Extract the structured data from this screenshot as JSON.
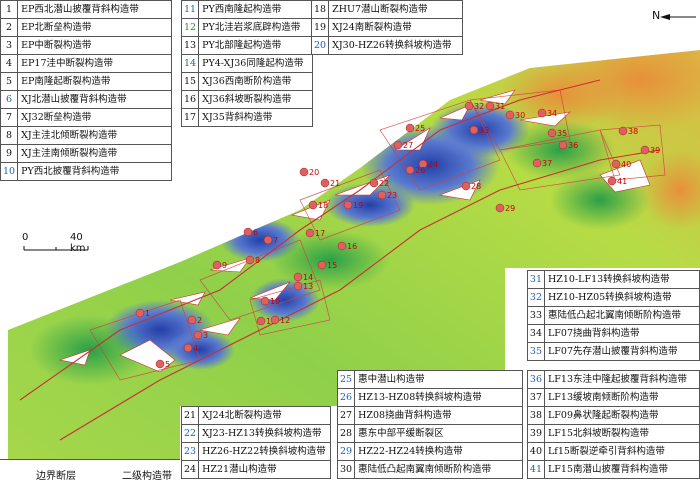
{
  "legend_top_left": [
    {
      "num": "1",
      "name": "EP西北潜山披覆背斜构造带",
      "num_color": "black"
    },
    {
      "num": "2",
      "name": "EP北断垒构造带",
      "num_color": "black"
    },
    {
      "num": "3",
      "name": "EP中断裂构造带",
      "num_color": "black"
    },
    {
      "num": "4",
      "name": "EP17洼中断裂构造带",
      "num_color": "black"
    },
    {
      "num": "5",
      "name": "EP南隆起断裂构造带",
      "num_color": "black"
    },
    {
      "num": "6",
      "name": "XJ北潜山披覆背斜构造带",
      "num_color": "blue"
    },
    {
      "num": "7",
      "name": "XJ32断垒构造带",
      "num_color": "black"
    },
    {
      "num": "8",
      "name": "XJ主洼北倾断裂构造带",
      "num_color": "black"
    },
    {
      "num": "9",
      "name": "XJ主洼南倾断裂构造带",
      "num_color": "black"
    },
    {
      "num": "10",
      "name": "PY西北披覆背斜构造带",
      "num_color": "blue"
    }
  ],
  "legend_top_mid": [
    {
      "num": "11",
      "name": "PY西南隆起构造带",
      "num_color": "blue"
    },
    {
      "num": "12",
      "name": "PY北洼岩浆底辟构造带",
      "num_color": "green"
    },
    {
      "num": "13",
      "name": "PY北部隆起构造带",
      "num_color": "black"
    },
    {
      "num": "14",
      "name": "PY4-XJ36同隆起构造带",
      "num_color": "blue"
    },
    {
      "num": "15",
      "name": "XJ36西南断阶构造带",
      "num_color": "black"
    },
    {
      "num": "16",
      "name": "XJ36斜坡断裂构造带",
      "num_color": "black"
    },
    {
      "num": "17",
      "name": "XJ35背斜构造带",
      "num_color": "black"
    }
  ],
  "legend_top_right": [
    {
      "num": "18",
      "name": "ZHU7潜山断裂构造带",
      "num_color": "black"
    },
    {
      "num": "19",
      "name": "XJ24南断裂构造带",
      "num_color": "black"
    },
    {
      "num": "20",
      "name": "XJ30-HZ26转换斜坡构造带",
      "num_color": "blue"
    }
  ],
  "legend_right": [
    {
      "num": "31",
      "name": "HZ10-LF13转换斜坡构造带",
      "num_color": "blue"
    },
    {
      "num": "32",
      "name": "HZ10-HZ05转换斜坡构造带",
      "num_color": "blue"
    },
    {
      "num": "33",
      "name": "惠陆低凸起北翼南倾断阶构造带",
      "num_color": "black"
    },
    {
      "num": "34",
      "name": "LF07挠曲背斜构造带",
      "num_color": "black"
    },
    {
      "num": "35",
      "name": "LF07先存潜山披覆背斜构造带",
      "num_color": "blue"
    }
  ],
  "legend_bottom_left": [
    {
      "num": "21",
      "name": "XJ24北断裂构造带",
      "num_color": "black"
    },
    {
      "num": "22",
      "name": "XJ23-HZ13转换斜坡构造带",
      "num_color": "blue"
    },
    {
      "num": "23",
      "name": "HZ26-HZ22转换斜坡构造带",
      "num_color": "blue"
    },
    {
      "num": "24",
      "name": "HZ21潜山构造带",
      "num_color": "black"
    }
  ],
  "legend_bottom_mid": [
    {
      "num": "25",
      "name": "惠中潜山构造带",
      "num_color": "blue"
    },
    {
      "num": "26",
      "name": "HZ13-HZ08转换斜坡构造带",
      "num_color": "blue"
    },
    {
      "num": "27",
      "name": "HZ08挠曲背斜构造带",
      "num_color": "black"
    },
    {
      "num": "28",
      "name": "惠东中部平缓断裂区",
      "num_color": "black"
    },
    {
      "num": "29",
      "name": "HZ22-HZ24转换构造带",
      "num_color": "blue"
    },
    {
      "num": "30",
      "name": "惠陆低凸起南翼南倾断阶构造带",
      "num_color": "black"
    }
  ],
  "legend_bottom_right": [
    {
      "num": "36",
      "name": "LF13东洼中隆起披覆背斜构造带",
      "num_color": "blue"
    },
    {
      "num": "37",
      "name": "LF13缓坡南倾断阶构造带",
      "num_color": "black"
    },
    {
      "num": "38",
      "name": "LF09鼻状隆起断裂构造带",
      "num_color": "black"
    },
    {
      "num": "39",
      "name": "LF15北斜坡断裂构造带",
      "num_color": "black"
    },
    {
      "num": "40",
      "name": "Lf15断裂逆牵引背斜构造带",
      "num_color": "black"
    },
    {
      "num": "41",
      "name": "LF15南潜山披覆背斜构造带",
      "num_color": "blue"
    }
  ],
  "key": {
    "boundary_fault": "边界断层",
    "secondary_belt": "二级构造带"
  },
  "scale": {
    "zero": "0",
    "distance": "40 km"
  },
  "north": {
    "label": "N"
  },
  "map_labels": [
    "1",
    "2",
    "3",
    "4",
    "5",
    "6",
    "7",
    "8",
    "9",
    "10",
    "11",
    "12",
    "13",
    "14",
    "15",
    "16",
    "17",
    "18",
    "19",
    "20",
    "21",
    "22",
    "23",
    "24",
    "25",
    "26",
    "27",
    "28",
    "29",
    "30",
    "31",
    "32",
    "33",
    "34",
    "35",
    "36",
    "37",
    "38",
    "39",
    "40",
    "41"
  ],
  "colors": {
    "high": "#e8a040",
    "mid": "#9fd24a",
    "green": "#3fb04a",
    "deep": "#2a4fb0",
    "fault": "#c83030"
  }
}
